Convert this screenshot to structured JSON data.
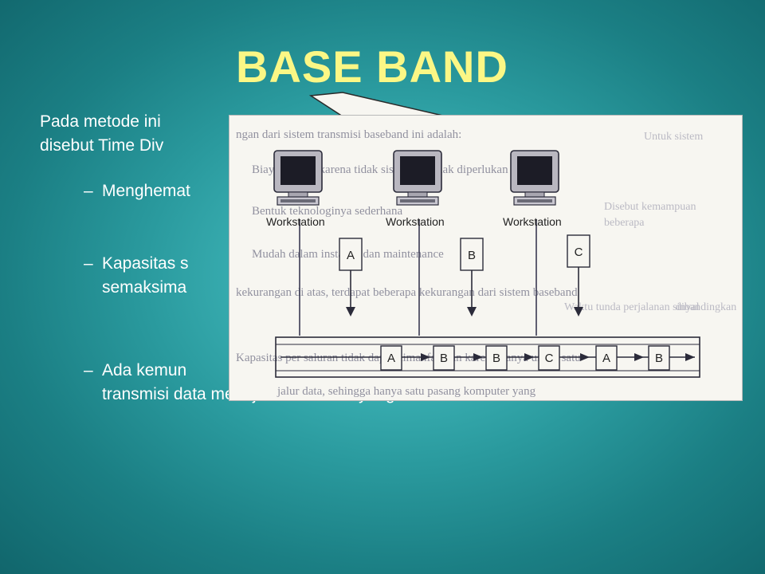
{
  "slide": {
    "title": "BASE BAND",
    "intro_line1": "Pada metode ini",
    "intro_line2": "disebut Time Div",
    "bullets": [
      {
        "dash": "–",
        "lines": [
          "Menghemat"
        ]
      },
      {
        "dash": "–",
        "lines": [
          "Kapasitas s",
          "semaksima"
        ]
      },
      {
        "dash": "–",
        "lines": [
          "Ada kemun",
          "transmisi data menuju ke satu titik yang sama"
        ]
      }
    ]
  },
  "diagram": {
    "workstations": [
      {
        "label": "Workstation"
      },
      {
        "label": "Workstation"
      },
      {
        "label": "Workstation"
      }
    ],
    "packets_in": [
      "A",
      "B",
      "C"
    ],
    "bus_packets": [
      "A",
      "B",
      "B",
      "C",
      "A",
      "B"
    ],
    "background_text": [
      "ngan dari sistem transmisi baseband ini adalah:",
      "Biaya murah, karena tidak sistem ini tidak diperlukan modem",
      "Bentuk teknologinya sederhana",
      "Mudah dalam instalasi dan maintenance",
      "kekurangan di atas, terdapat beberapa kekurangan dari sistem baseband",
      "Kapasitas per saluran tidak dapat dimanfaatkan karena hanya untuk satu",
      "jalur data, sehingga hanya satu pasang komputer yang"
    ],
    "background_text_right": [
      "Untuk sistem",
      "Disebut kemampuan",
      "beberapa",
      "Waktu tunda perjalanan sinyal",
      "dibandingkan"
    ]
  }
}
